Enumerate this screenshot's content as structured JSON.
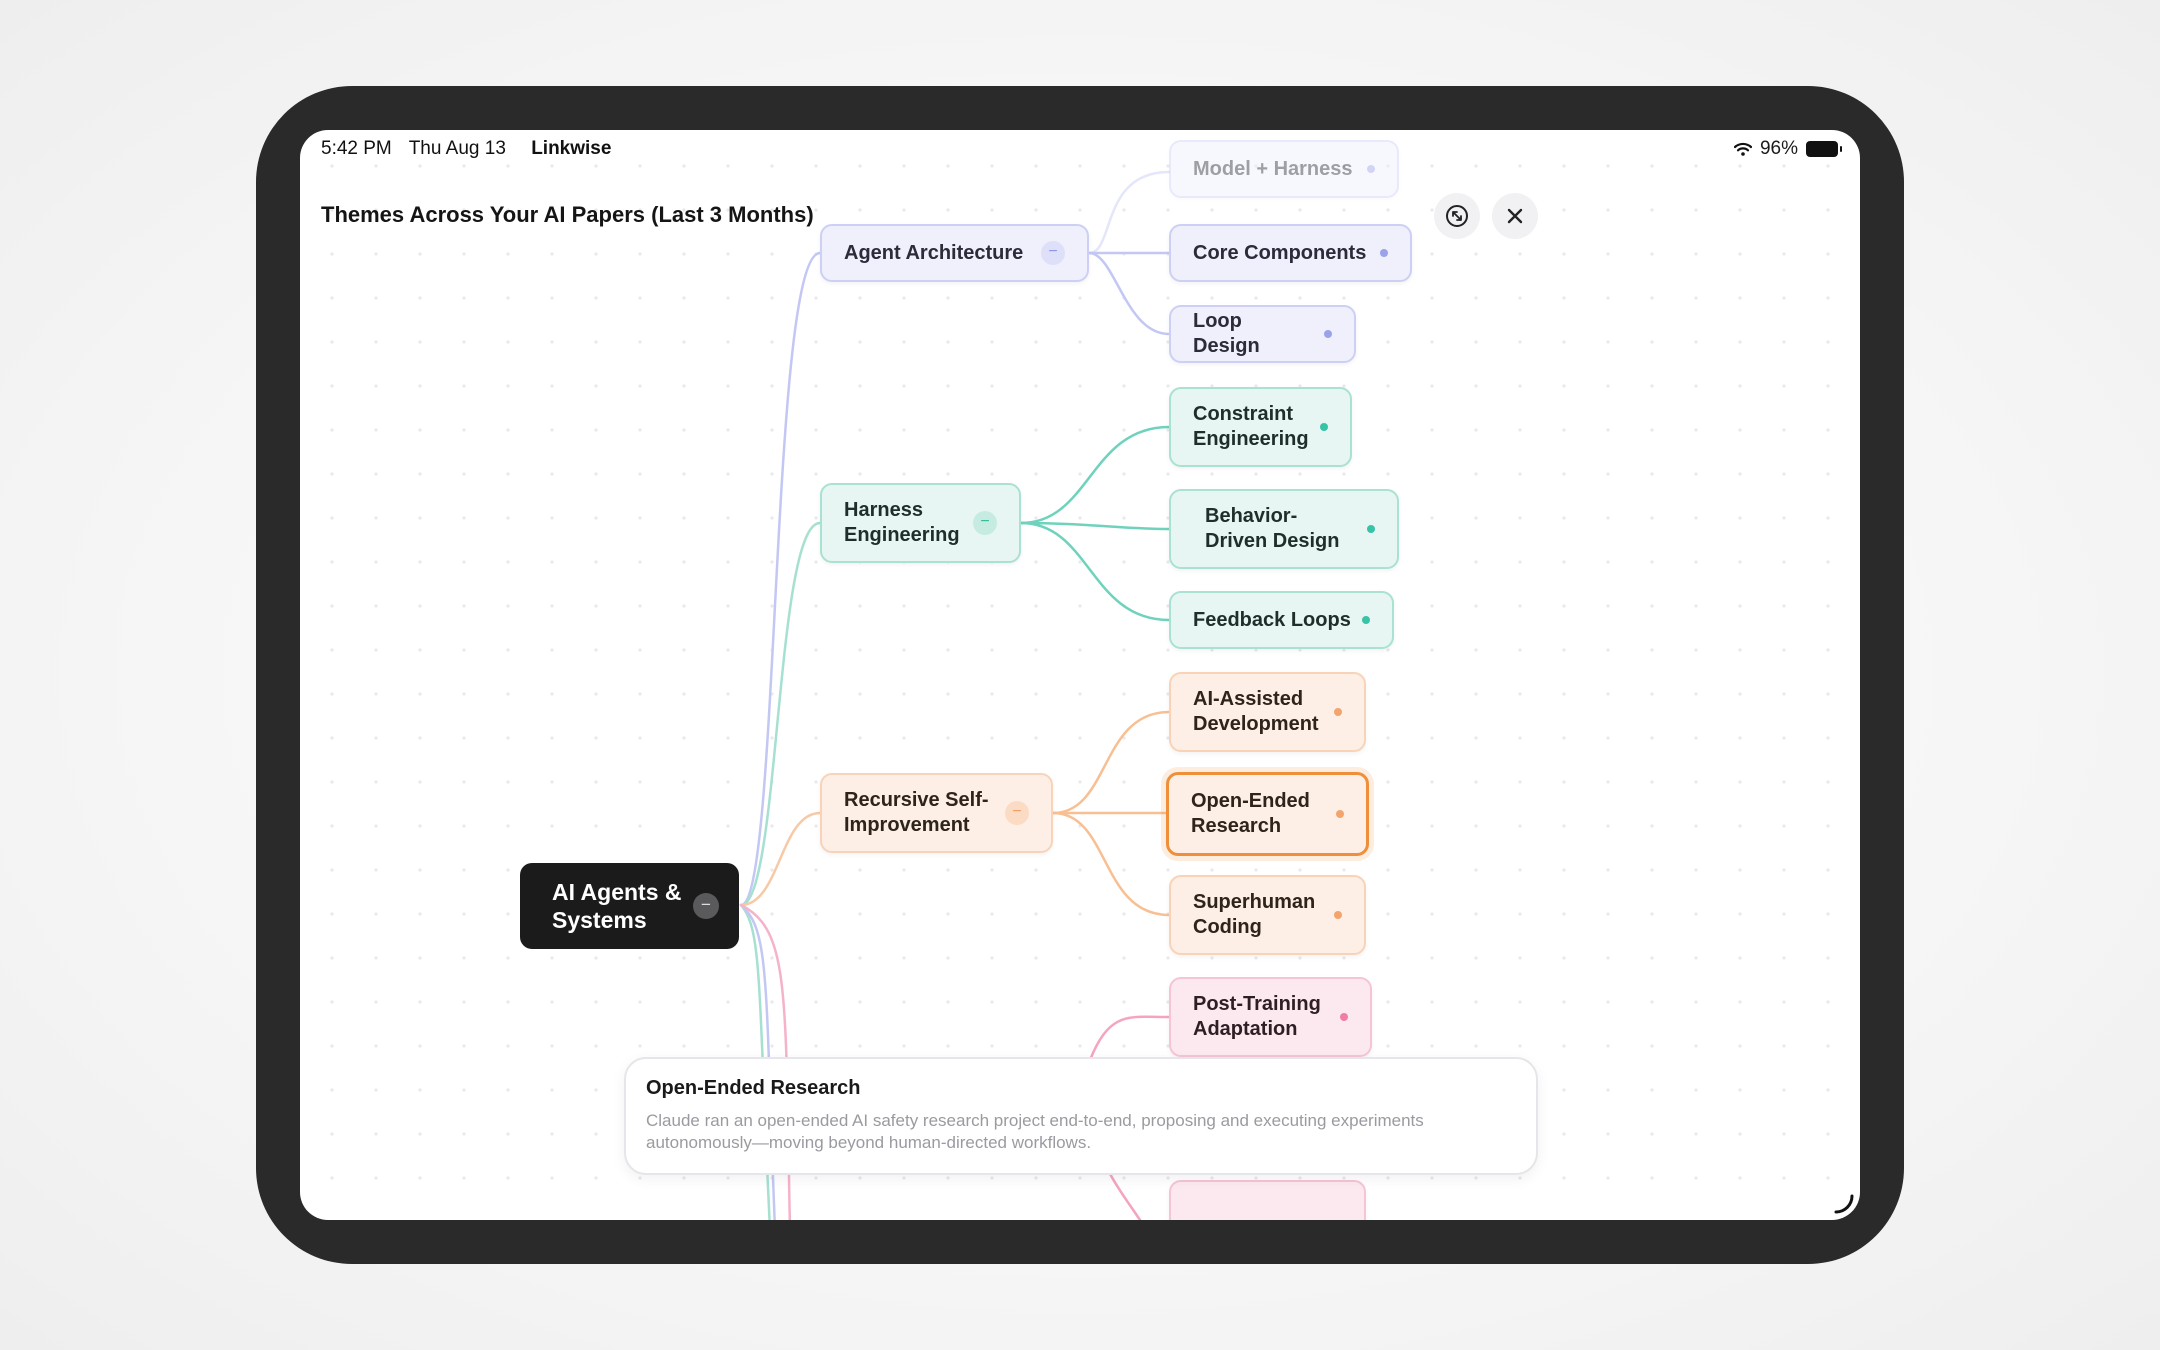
{
  "status_bar": {
    "time": "5:42 PM",
    "date": "Thu Aug 13",
    "app": "Linkwise",
    "battery": "96%"
  },
  "title": "Themes Across Your AI Papers (Last 3 Months)",
  "icons": {
    "fit": "fit-view-icon",
    "close": "close-icon",
    "collapse": "minus-icon"
  },
  "mindmap": {
    "root": {
      "label": "AI Agents & Systems",
      "collapse": "−"
    },
    "branches": [
      {
        "label": "Agent Architecture",
        "collapse": "−",
        "color": "#9aa2ea",
        "children": [
          "Model + Harness",
          "Core Components",
          "Loop Design"
        ]
      },
      {
        "label": "Harness Engineering",
        "collapse": "−",
        "color": "#36c3a6",
        "children": [
          "Constraint Engineering",
          "Behavior-Driven Design",
          "Feedback Loops"
        ]
      },
      {
        "label": "Recursive Self-Improvement",
        "collapse": "−",
        "color": "#f3a46c",
        "children": [
          "AI-Assisted Development",
          "Open-Ended Research",
          "Superhuman Coding"
        ]
      },
      {
        "label": "",
        "color": "#f07ea4",
        "children": [
          "Post-Training Adaptation"
        ]
      }
    ],
    "selected": "Open-Ended Research"
  },
  "detail": {
    "title": "Open-Ended Research",
    "description": "Claude ran an open-ended AI safety research project end-to-end, proposing and executing experiments autonomously—moving beyond human-directed workflows."
  }
}
